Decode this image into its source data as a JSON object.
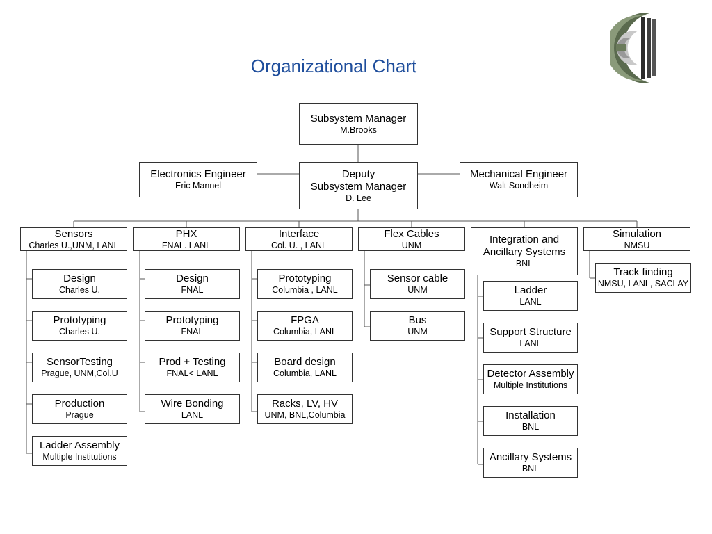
{
  "title": "Organizational Chart",
  "logo": {
    "icon": "detector-graphic-icon"
  },
  "nodes": {
    "manager": {
      "name": "Subsystem Manager",
      "sub": "M.Brooks"
    },
    "deputy": {
      "line1": "Deputy",
      "line2": "Subsystem Manager",
      "sub": "D. Lee"
    },
    "electronics": {
      "name": "Electronics Engineer",
      "sub": "Eric Mannel"
    },
    "mechanical": {
      "name": "Mechanical Engineer",
      "sub": "Walt Sondheim"
    }
  },
  "groups": [
    {
      "name": "Sensors",
      "sub": "Charles U.,UNM, LANL",
      "children": [
        {
          "name": "Design",
          "sub": "Charles U."
        },
        {
          "name": "Prototyping",
          "sub": "Charles U."
        },
        {
          "name": "SensorTesting",
          "sub": "Prague, UNM,Col.U"
        },
        {
          "name": "Production",
          "sub": "Prague"
        },
        {
          "name": "Ladder Assembly",
          "sub": "Multiple Institutions"
        }
      ]
    },
    {
      "name": "PHX",
      "sub": "FNAL. LANL",
      "children": [
        {
          "name": "Design",
          "sub": "FNAL"
        },
        {
          "name": "Prototyping",
          "sub": "FNAL"
        },
        {
          "name": "Prod + Testing",
          "sub": "FNAL< LANL"
        },
        {
          "name": "Wire Bonding",
          "sub": "LANL"
        }
      ]
    },
    {
      "name": "Interface",
      "sub": "Col. U. , LANL",
      "children": [
        {
          "name": "Prototyping",
          "sub": "Columbia , LANL"
        },
        {
          "name": "FPGA",
          "sub": "Columbia, LANL"
        },
        {
          "name": "Board design",
          "sub": "Columbia, LANL"
        },
        {
          "name": "Racks, LV, HV",
          "sub": "UNM, BNL,Columbia"
        }
      ]
    },
    {
      "name": "Flex Cables",
      "sub": "UNM",
      "children": [
        {
          "name": "Sensor cable",
          "sub": "UNM"
        },
        {
          "name": "Bus",
          "sub": "UNM"
        }
      ]
    },
    {
      "name1": "Integration and",
      "name2": "Ancillary Systems",
      "sub": "BNL",
      "children": [
        {
          "name": "Ladder",
          "sub": "LANL"
        },
        {
          "name": "Support Structure",
          "sub": "LANL"
        },
        {
          "name": "Detector Assembly",
          "sub": "Multiple Institutions"
        },
        {
          "name": "Installation",
          "sub": "BNL"
        },
        {
          "name": "Ancillary Systems",
          "sub": "BNL"
        }
      ]
    },
    {
      "name": "Simulation",
      "sub": "NMSU",
      "children": [
        {
          "name": "Track finding",
          "sub": "NMSU, LANL, SACLAY"
        }
      ]
    }
  ]
}
